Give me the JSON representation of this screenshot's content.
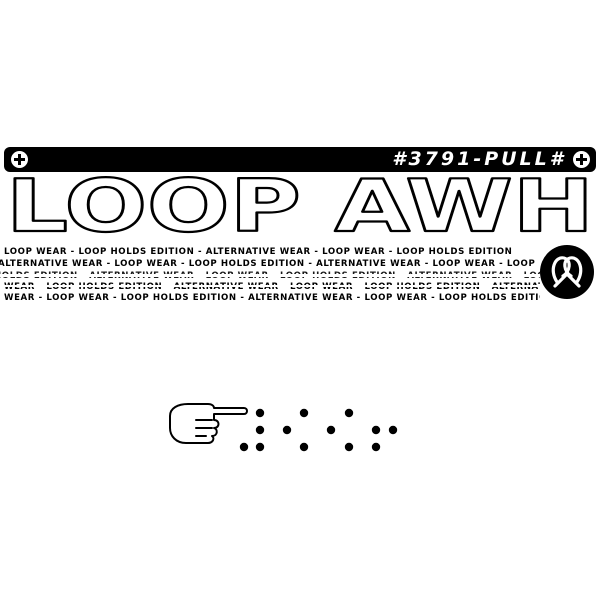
{
  "tag": {
    "code": "#3791-PULL#"
  },
  "wordmark": {
    "text": "LOOP AWH"
  },
  "tagline": {
    "row1": "LOOP WEAR - LOOP HOLDS EDITION - ALTERNATIVE WEAR - LOOP WEAR - LOOP HOLDS EDITION",
    "row2": "ALTERNATIVE WEAR - LOOP WEAR - LOOP HOLDS EDITION - ALTERNATIVE WEAR - LOOP WEAR - LOOP",
    "row3": "HOLDS EDITION - ALTERNATIVE WEAR - LOOP WEAR - LOOP HOLDS EDITION - ALTERNATIVE WEAR - LOOP",
    "row4": "WEAR - LOOP HOLDS EDITION - ALTERNATIVE WEAR - LOOP WEAR - LOOP HOLDS EDITION - ALTERNATI",
    "row5": "WEAR - LOOP WEAR - LOOP HOLDS EDITION - ALTERNATIVE WEAR - LOOP WEAR - LOOP HOLDS EDITION"
  },
  "icons": {
    "tag_left": "plus-circle-icon",
    "tag_right": "plus-circle-icon",
    "badge": "loop-knot-icon",
    "hand": "pointing-hand-icon"
  },
  "colors": {
    "ink": "#000000",
    "paper": "#ffffff"
  }
}
